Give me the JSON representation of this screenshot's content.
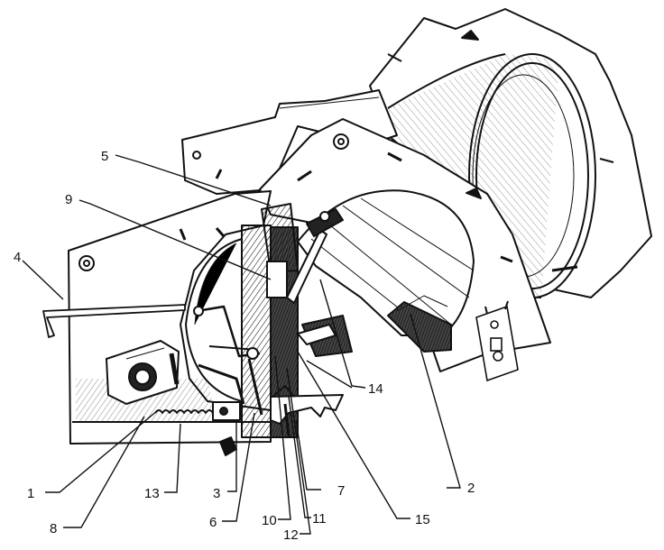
{
  "drawing": {
    "style": "technical line drawing, cutaway assembly",
    "ink_color": "#111111",
    "paper_color": "#ffffff"
  },
  "callouts": [
    {
      "id": "c1",
      "label": "1"
    },
    {
      "id": "c2",
      "label": "2"
    },
    {
      "id": "c3",
      "label": "3"
    },
    {
      "id": "c4",
      "label": "4"
    },
    {
      "id": "c5",
      "label": "5"
    },
    {
      "id": "c6",
      "label": "6"
    },
    {
      "id": "c7",
      "label": "7"
    },
    {
      "id": "c8",
      "label": "8"
    },
    {
      "id": "c9",
      "label": "9"
    },
    {
      "id": "c10",
      "label": "10"
    },
    {
      "id": "c11",
      "label": "11"
    },
    {
      "id": "c12",
      "label": "12"
    },
    {
      "id": "c13",
      "label": "13"
    },
    {
      "id": "c14",
      "label": "14"
    },
    {
      "id": "c15",
      "label": "15"
    }
  ]
}
